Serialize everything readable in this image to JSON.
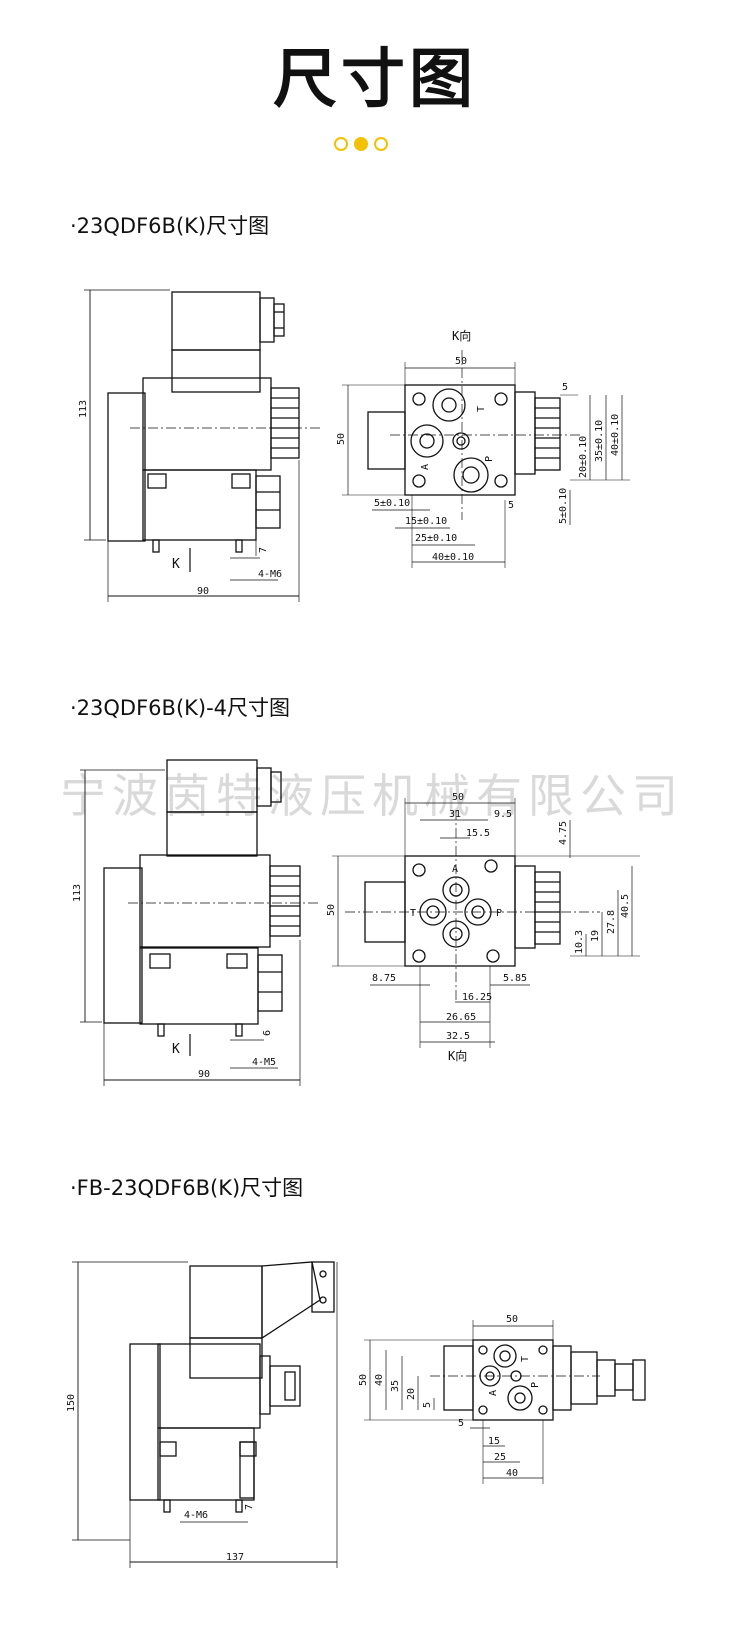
{
  "header": {
    "title": "尺寸图"
  },
  "watermark": "宁波茵特液压机械有限公司",
  "sections": [
    {
      "label": "·23QDF6B(K)尺寸图"
    },
    {
      "label": "·23QDF6B(K)-4尺寸图"
    },
    {
      "label": "·FB-23QDF6B(K)尺寸图"
    }
  ],
  "diagram1": {
    "side": {
      "height": "113",
      "width": "90",
      "k": "K",
      "thread": "4-M6",
      "d7": "7"
    },
    "face": {
      "view": "K向",
      "w50": "50",
      "h50": "50",
      "a": "A",
      "t": "T",
      "p": "P",
      "d5t": "5",
      "d5b": "5",
      "d5l": "5±0.10",
      "d15": "15±0.10",
      "d25": "25±0.10",
      "d40": "40±0.10",
      "d20": "20±0.10",
      "d35": "35±0.10",
      "d40v": "40±0.10",
      "d5v": "5±0.10"
    }
  },
  "diagram2": {
    "side": {
      "height": "113",
      "width": "90",
      "k": "K",
      "thread": "4-M5",
      "d6": "6"
    },
    "face": {
      "view": "K向",
      "w50": "50",
      "h50": "50",
      "a": "A",
      "t": "T",
      "p": "P",
      "d31": "31",
      "d95": "9.5",
      "d155": "15.5",
      "d475": "4.75",
      "d405": "40.5",
      "d278": "27.8",
      "d19": "19",
      "d103": "10.3",
      "d875": "8.75",
      "d585": "5.85",
      "d1625": "16.25",
      "d2665": "26.65",
      "d325": "32.5"
    }
  },
  "diagram3": {
    "side": {
      "height": "150",
      "width": "137",
      "thread": "4-M6",
      "d7": "7"
    },
    "face": {
      "w50": "50",
      "h50": "50",
      "d40": "40",
      "d35": "35",
      "d20": "20",
      "d5": "5",
      "d5b": "5",
      "d15": "15",
      "d25": "25",
      "d40b": "40",
      "a": "A",
      "t": "T",
      "p": "P"
    }
  }
}
